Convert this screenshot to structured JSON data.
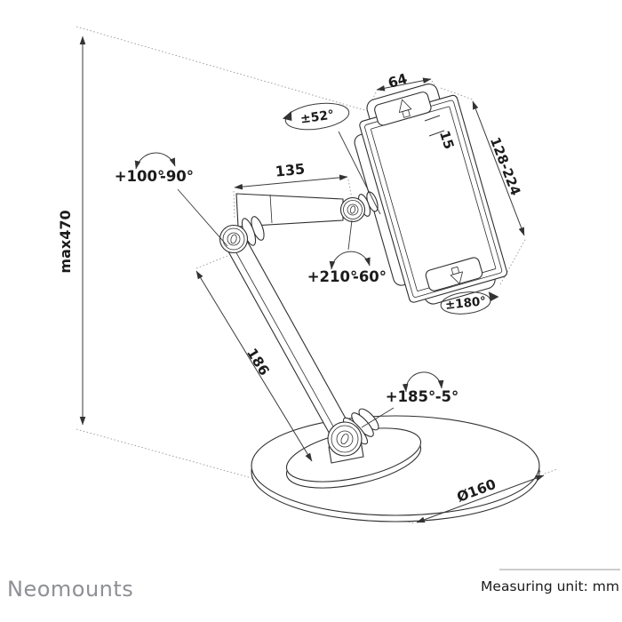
{
  "drawing": {
    "title_hint": "tablet-stand-technical-drawing",
    "dimensions": {
      "max_height": "max470",
      "upper_arm_length": "135",
      "holder_width": "64",
      "clamp_height": "15",
      "device_range": "128-224",
      "lower_arm_length": "186",
      "base_diameter": "Ø160"
    },
    "rotations": {
      "holder_tilt": "±52°",
      "elbow_up": "+100°",
      "elbow_down": "-90°",
      "arm_joint_up": "+210°",
      "arm_joint_down": "-60°",
      "holder_rotate": "±180°",
      "base_up": "+185°",
      "base_down": "-5°"
    }
  },
  "footer": {
    "brand": "Neomounts",
    "measuring_unit": "Measuring unit: mm"
  },
  "colors": {
    "line": "#2f2f2f",
    "dotted": "#9a9a9a",
    "text": "#1b1b1b",
    "brand_gray": "#8f9095"
  }
}
